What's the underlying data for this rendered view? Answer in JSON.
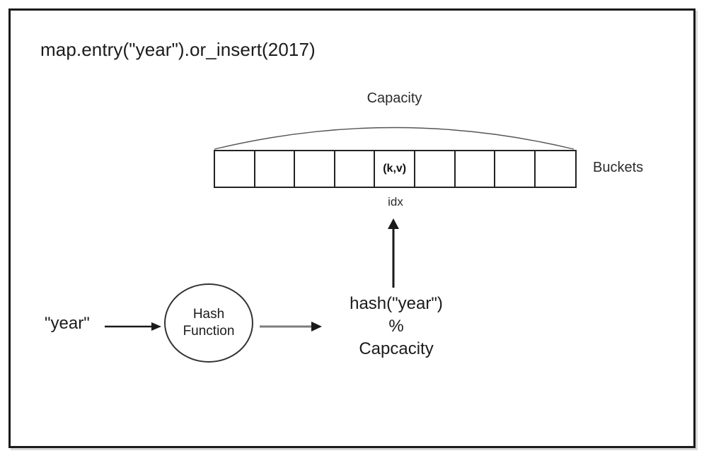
{
  "title": "map.entry(\"year\").or_insert(2017)",
  "labels": {
    "capacity": "Capacity",
    "buckets": "Buckets",
    "idx": "idx",
    "input_key": "\"year\""
  },
  "hash_node": {
    "line1": "Hash",
    "line2": "Function"
  },
  "formula": {
    "line1": "hash(\"year\")",
    "line2": "%",
    "line3": "Capcacity"
  },
  "bucket_array": {
    "cell_count": 9,
    "occupied_index": 4,
    "cells": [
      "",
      "",
      "",
      "",
      "(k,v)",
      "",
      "",
      "",
      ""
    ]
  },
  "colors": {
    "frame": "#1a1a1a",
    "text": "#1b1b1b",
    "cell_border": "#222222",
    "arrow_dark": "#1a1a1a",
    "arrow_gray": "#7d7d7d",
    "brace": "#555555",
    "background": "#ffffff"
  }
}
